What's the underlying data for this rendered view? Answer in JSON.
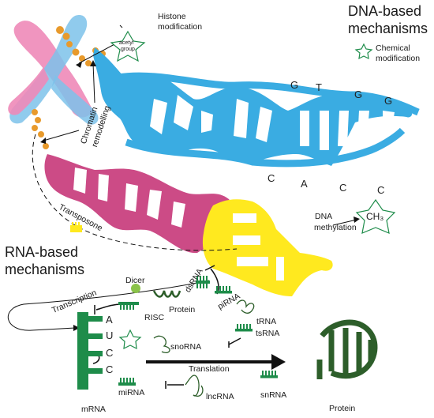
{
  "headings": {
    "dna_line1": "DNA-based",
    "dna_line2": "mechanisms",
    "rna_line1": "RNA-based",
    "rna_line2": "mechanisms"
  },
  "legend": {
    "chemical_line1": "Chemical",
    "chemical_line2": "modification"
  },
  "labels": {
    "histone_line1": "Histone",
    "histone_line2": "modification",
    "acetyl_line1": "acetyl",
    "acetyl_line2": "group",
    "chromatin_line1": "Chromatin",
    "chromatin_line2": "remodelling",
    "transposone": "Transposone",
    "dna_meth_line1": "DNA",
    "dna_meth_line2": "methylation",
    "ch3": "CH₃",
    "transcription": "Transcription",
    "dicer": "Dicer",
    "dsrna": "dsRNA",
    "pirna": "piRNA",
    "risc": "RISC",
    "protein_small": "Protein",
    "trna": "tRNA",
    "tsrna": "tsRNA",
    "snorna": "snoRNA",
    "translation": "Translation",
    "mirna": "miRNA",
    "lncrna": "lncRNA",
    "snrna": "snRNA",
    "mrna": "mRNA",
    "protein": "Protein"
  },
  "bases_top": [
    "G",
    "T",
    "G",
    "G"
  ],
  "bases_bottom": [
    "C",
    "A",
    "C",
    "C"
  ],
  "mrna_codons": [
    "A",
    "U",
    "C",
    "C"
  ],
  "colors": {
    "blue": "#3aace2",
    "pink": "#cc4b86",
    "yellow": "#ffe91f",
    "green": "#1e8c4a",
    "dark_green": "#2d5e2a",
    "orange": "#e89a2c",
    "chromosome_pink": "#ee8ab8",
    "chromosome_blue": "#7cc2ea"
  }
}
